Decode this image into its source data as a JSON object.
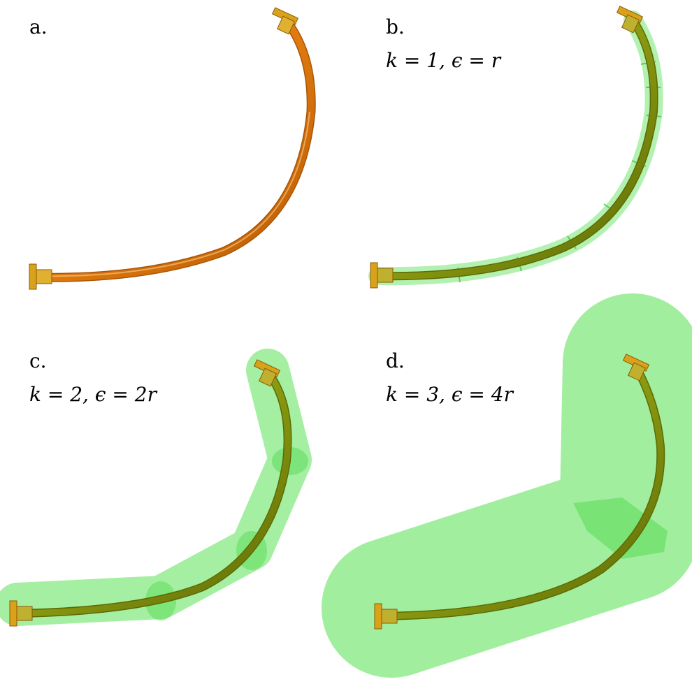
{
  "panels": [
    {
      "label": "a.",
      "caption": ""
    },
    {
      "label": "b.",
      "caption": "k = 1, ϵ = r"
    },
    {
      "label": "c.",
      "caption": "k = 2, ϵ = 2r"
    },
    {
      "label": "d.",
      "caption": "k = 3, ϵ = 4r"
    }
  ],
  "colors": {
    "pipe_orange": "#e8830f",
    "pipe_olive": "#8a9a10",
    "hull_green": "#7ee87a",
    "flange_gold": "#d9a21a"
  }
}
